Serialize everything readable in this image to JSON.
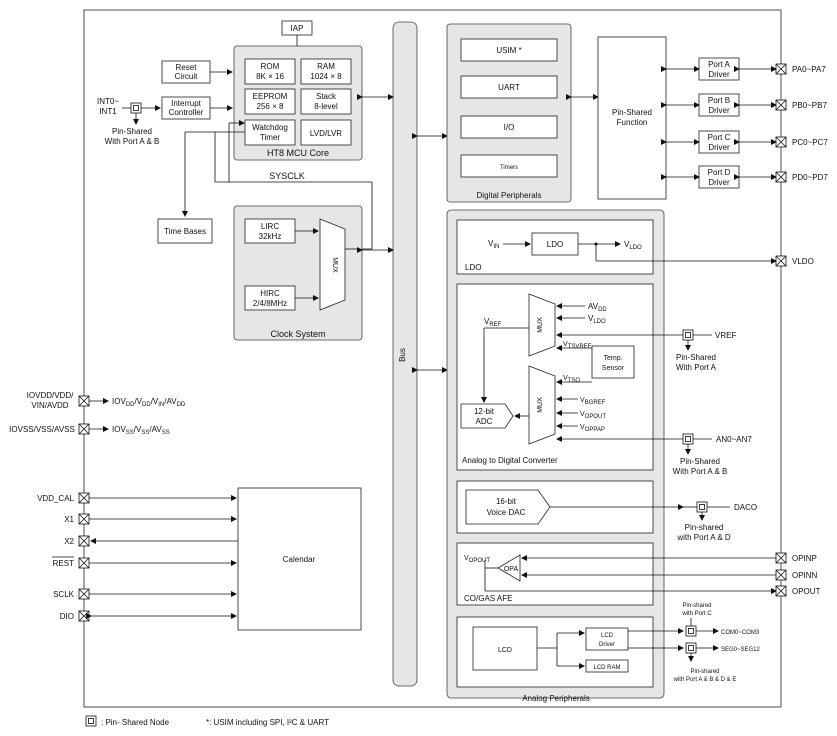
{
  "core": {
    "iap": "IAP",
    "rom": "ROM",
    "rom_size": "8K × 16",
    "ram": "RAM",
    "ram_size": "1024 × 8",
    "eeprom": "EEPROM",
    "eeprom_size": "256 × 8",
    "stack": "Stack",
    "stack_levels": "8-level",
    "watchdog_1": "Watchdog",
    "watchdog_2": "Timer",
    "lvd": "LVD/LVR",
    "title": "HT8 MCU Core"
  },
  "reset": {
    "line1": "Reset",
    "line2": "Circuit"
  },
  "interrupt": {
    "line1": "Interrupt",
    "line2": "Controller",
    "pin_1": "INT0~",
    "pin_2": "INT1",
    "note_1": "Pin-Shared",
    "note_2": "With Port A & B"
  },
  "sysclk": "SYSCLK",
  "time_bases": "Time Bases",
  "clock": {
    "lirc_1": "LIRC",
    "lirc_2": "32kHz",
    "hirc_1": "HIRC",
    "hirc_2": "2/4/8MHz",
    "mux": "MUX",
    "title": "Clock System"
  },
  "bus": "Bus",
  "digital": {
    "usim": "USIM  *",
    "uart": "UART",
    "io": "I/O",
    "timers": "Timers",
    "title": "Digital Peripherals"
  },
  "pin_shared": {
    "line1": "Pin-Shared",
    "line2": "Function"
  },
  "ports": [
    {
      "name_1": "Port A",
      "name_2": "Driver",
      "pins": "PA0~PA7"
    },
    {
      "name_1": "Port B",
      "name_2": "Driver",
      "pins": "PB0~PB7"
    },
    {
      "name_1": "Port C",
      "name_2": "Driver",
      "pins": "PC0~PC7"
    },
    {
      "name_1": "Port D",
      "name_2": "Driver",
      "pins": "PD0~PD7"
    }
  ],
  "ldo": {
    "vin": "V",
    "vin_sub": "IN",
    "box": "LDO",
    "vout": "V",
    "vout_sub": "LDO",
    "title": "LDO",
    "pin": "VLDO"
  },
  "adc": {
    "avdd": "AV",
    "avdd_sub": "DD",
    "vldo": "V",
    "vldo_sub": "LDO",
    "vtsvref": "V",
    "vtsvref_sub": "TSVREF",
    "vref": "V",
    "vref_sub": "REF",
    "vtso": "V",
    "vtso_sub": "TSO",
    "vbgref": "V",
    "vbgref_sub": "BGREF",
    "vopout": "V",
    "vopout_sub": "OPOUT",
    "voppap": "V",
    "voppap_sub": "OPPAP",
    "mux": "MUX",
    "temp_1": "Temp.",
    "temp_2": "Sensor",
    "adc_1": "12-bit",
    "adc_2": "ADC",
    "title": "Analog to Digital Converter",
    "vref_pin": "VREF",
    "vref_note_1": "Pin-Shared",
    "vref_note_2": "With Port A",
    "an_pin": "AN0~AN7",
    "an_note_1": "Pin-Shared",
    "an_note_2": "With Port A & B"
  },
  "dac": {
    "line1": "16-bit",
    "line2": "Voice DAC",
    "pin": "DACO",
    "note_1": "Pin-shared",
    "note_2": "with Port A & D"
  },
  "afe": {
    "vopout": "V",
    "vopout_sub": "OPOUT",
    "opa": "OPA",
    "title": "CO/GAS AFE",
    "opinp": "OPINP",
    "opinn": "OPINN",
    "opout": "OPOUT"
  },
  "lcd": {
    "lcd": "LCD",
    "driver_1": "LCD",
    "driver_2": "Driver",
    "ram": "LCD RAM",
    "com": "COM0~COM3",
    "com_note_1": "Pin-shared",
    "com_note_2": "with Port C",
    "seg": "SEG0~SEG12",
    "seg_note_1": "Pin-shared",
    "seg_note_2": "with Port A & B & D & E"
  },
  "analog_title": "Analog Peripherals",
  "power": {
    "iovdd_1": "IOVDD/VDD/",
    "iovdd_2": "VIN/AVDD",
    "iovdd_out": "IOV",
    "iovdd_out_sub": "DD",
    "vdd_out": "/V",
    "vdd_out_sub": "DD",
    "vin_out": "/V",
    "vin_out_sub": "IN",
    "avdd_out": "/AV",
    "avdd_out_sub": "DD",
    "iovss": "IOVSS/VSS/AVSS",
    "iovss_out": "IOV",
    "iovss_out_sub": "SS",
    "vss_out": "/V",
    "vss_out_sub": "SS",
    "avss_out": "/AV",
    "avss_out_sub": "SS"
  },
  "calendar": {
    "title": "Calendar",
    "pins": [
      "VDD_CAL",
      "X1",
      "X2",
      "REST",
      "SCLK",
      "DIO"
    ]
  },
  "legend": {
    "node": ": Pin- Shared Node",
    "note": "*: USIM including SPI, I²C & UART"
  }
}
